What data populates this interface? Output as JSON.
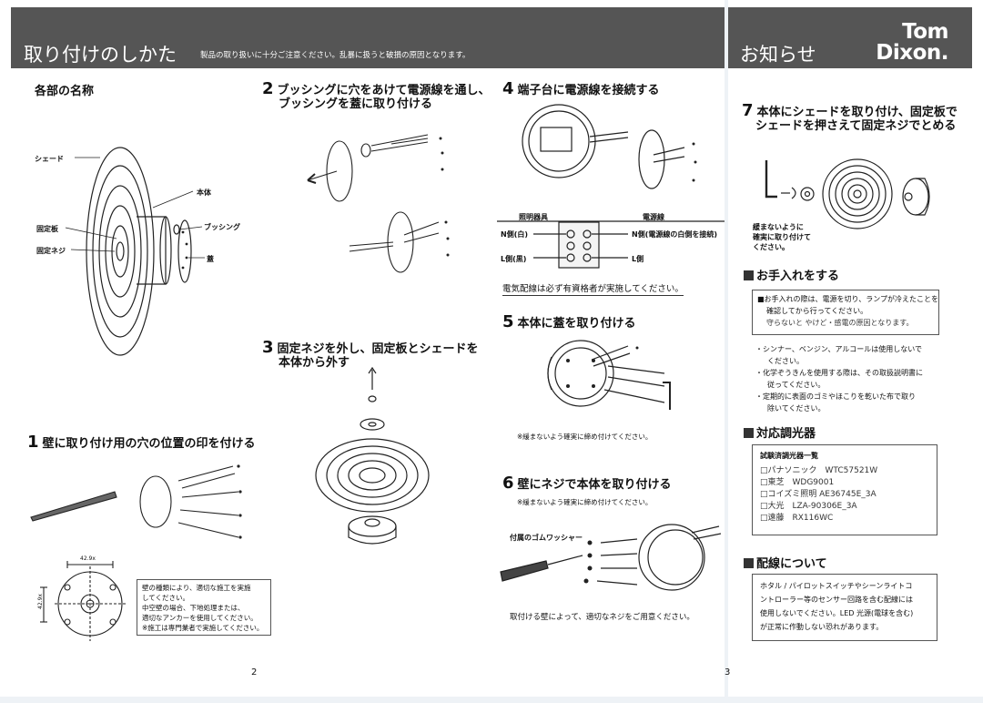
{
  "page2": {
    "header": {
      "title": "取り付けのしかた",
      "notice": "製品の取り扱いに十分ご注意ください。乱暴に扱うと破損の原因となります。"
    },
    "parts": {
      "heading": "各部の名称",
      "shade": "シェード",
      "body": "本体",
      "bushing": "ブッシング",
      "fixing_plate": "固定板",
      "fixing_screw": "固定ネジ",
      "lid": "蓋"
    },
    "step1": {
      "number": "1",
      "title": "壁に取り付け用の穴の位置の印を付ける",
      "dim_h": "42.9x",
      "dim_v": "42.9x",
      "note": [
        "壁の種類により、適切な施工を実施",
        "してください。",
        "中空壁の場合、下地処理または、",
        "適切なアンカーを使用してください。",
        "※施工は専門業者で実施してください。"
      ]
    },
    "step2": {
      "number": "2",
      "title_line1": "ブッシングに穴をあけて電源線を通し、",
      "title_line2": "ブッシングを蓋に取り付ける"
    },
    "step3": {
      "number": "3",
      "title_line1": "固定ネジを外し、固定板とシェードを",
      "title_line2": "本体から外す"
    },
    "step4": {
      "number": "4",
      "title": "端子台に電源線を接続する",
      "col_left": "照明器具",
      "col_right": "電源線",
      "n_left": "N側(白)",
      "n_right": "N側(電源線の白側を接続)",
      "l_left": "L側(黒)",
      "l_right": "L側",
      "notice": "電気配線は必ず有資格者が実施してください。"
    },
    "step5": {
      "number": "5",
      "title": "本体に蓋を取り付ける",
      "note": "※緩まないよう確実に締め付けてください。"
    },
    "step6": {
      "number": "6",
      "title": "壁にネジで本体を取り付ける",
      "note": "※緩まないよう確実に締め付けてください。",
      "washer": "付属のゴムワッシャー",
      "screw_note": "取付ける壁によって、適切なネジをご用意ください。"
    },
    "page_number": "2"
  },
  "page3": {
    "header": {
      "title": "お知らせ",
      "logo_line1": "Tom",
      "logo_line2": "Dixon."
    },
    "step7": {
      "number": "7",
      "title_line1": "本体にシェードを取り付け、固定板で",
      "title_line2": "シェードを押さえて固定ネジでとめる",
      "note": [
        "緩まないように",
        "確実に取り付けて",
        "ください。"
      ]
    },
    "care": {
      "heading": "お手入れをする",
      "box_lines": [
        "■お手入れの際は、電源を切り、ランプが冷えたことを",
        "確認してから行ってください。",
        "守らないと やけど・感電の原因となります。"
      ],
      "bullets": [
        "・シンナー、ベンジン、アルコールは使用しないで",
        "ください。",
        "・化学ぞうきんを使用する際は、その取扱説明書に",
        "従ってください。",
        "・定期的に表面のゴミやほこりを乾いた布で取り",
        "除いてください。"
      ]
    },
    "dimmers": {
      "heading": "対応調光器",
      "box_title": "試験済調光器一覧",
      "items": [
        "□パナソニック　WTC57521W",
        "□東芝　WDG9001",
        "□コイズミ照明 AE36745E_3A",
        "□大光　LZA-90306E_3A",
        "□遠藤　RX116WC"
      ]
    },
    "wiring": {
      "heading": "配線について",
      "lines": [
        "ホタル / パイロットスイッチやシーンライトコ",
        "ントローラー等のセンサー回路を含む配線には",
        "使用しないでください。LED 光源(電球を含む)",
        "が正常に作動しない恐れがあります。"
      ]
    },
    "page_number": "3"
  }
}
